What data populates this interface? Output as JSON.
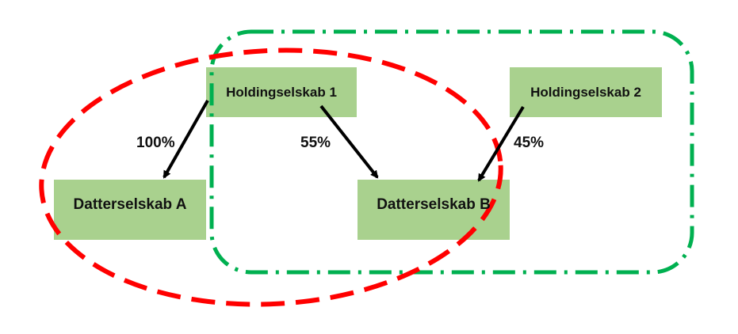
{
  "nodes": {
    "holding1": {
      "label": "Holdingselskab 1"
    },
    "holding2": {
      "label": "Holdingselskab 2"
    },
    "subA": {
      "label": "Datterselskab A"
    },
    "subB": {
      "label": "Datterselskab B"
    }
  },
  "edges": {
    "h1_to_a": {
      "label": "100%"
    },
    "h1_to_b": {
      "label": "55%"
    },
    "h2_to_b": {
      "label": "45%"
    }
  },
  "colors": {
    "box_fill": "#a9d18e",
    "group_red": "#ff0000",
    "group_green": "#00b050",
    "arrow": "#000000"
  }
}
